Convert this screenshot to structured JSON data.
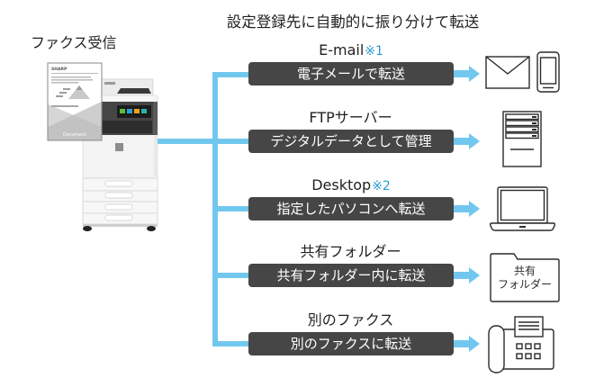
{
  "title": "設定登録先に自動的に振り分けて転送",
  "source": {
    "label": "ファクス受信",
    "document_brand": "SHARP",
    "document_caption": "Document"
  },
  "destinations": [
    {
      "label": "E-mail",
      "note": "※1",
      "action": "電子メールで転送",
      "icons": [
        "envelope-icon",
        "smartphone-icon"
      ]
    },
    {
      "label": "FTPサーバー",
      "note": "",
      "action": "デジタルデータとして管理",
      "icons": [
        "server-icon"
      ]
    },
    {
      "label": "Desktop",
      "note": "※2",
      "action": "指定したパソコンへ転送",
      "icons": [
        "laptop-icon"
      ]
    },
    {
      "label": "共有フォルダー",
      "note": "",
      "action": "共有フォルダー内に転送",
      "icons": [
        "shared-folder-icon"
      ],
      "icon_text": [
        "共有",
        "フォルダー"
      ]
    },
    {
      "label": "別のファクス",
      "note": "",
      "action": "別のファクスに転送",
      "icons": [
        "fax-machine-icon"
      ]
    }
  ],
  "colors": {
    "connector": "#72c7ef",
    "bar": "#464646",
    "bar_text": "#ffffff",
    "note": "#2b9ad6",
    "text": "#222222"
  }
}
